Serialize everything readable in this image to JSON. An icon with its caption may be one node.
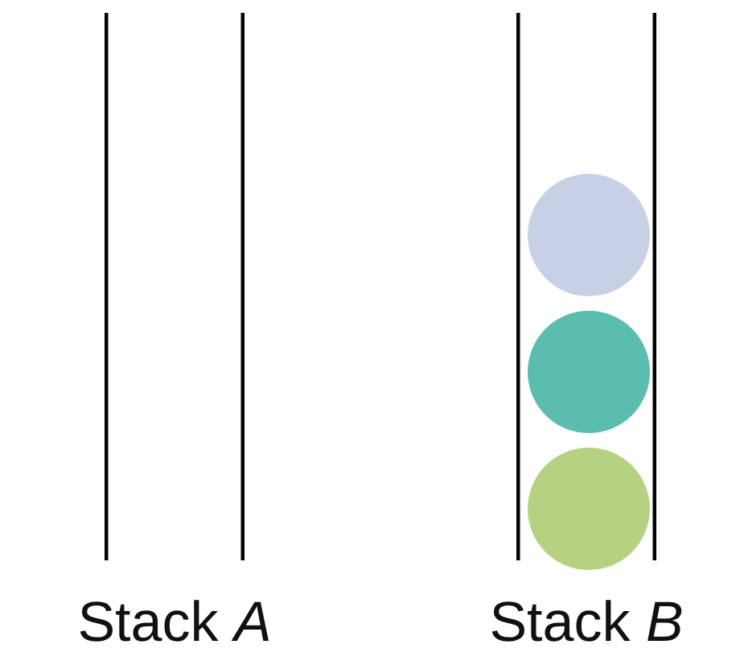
{
  "diagram": {
    "nodes": [
      {
        "text": [
          "Stack *A*"
        ]
      },
      {
        "text": [
          "Stack *B*"
        ]
      },
      {
        "text": [],
        "shape": "circle",
        "in": 1
      },
      {
        "text": [],
        "shape": "circle",
        "in": 1
      },
      {
        "text": [],
        "shape": "circle",
        "in": 1
      }
    ]
  }
}
